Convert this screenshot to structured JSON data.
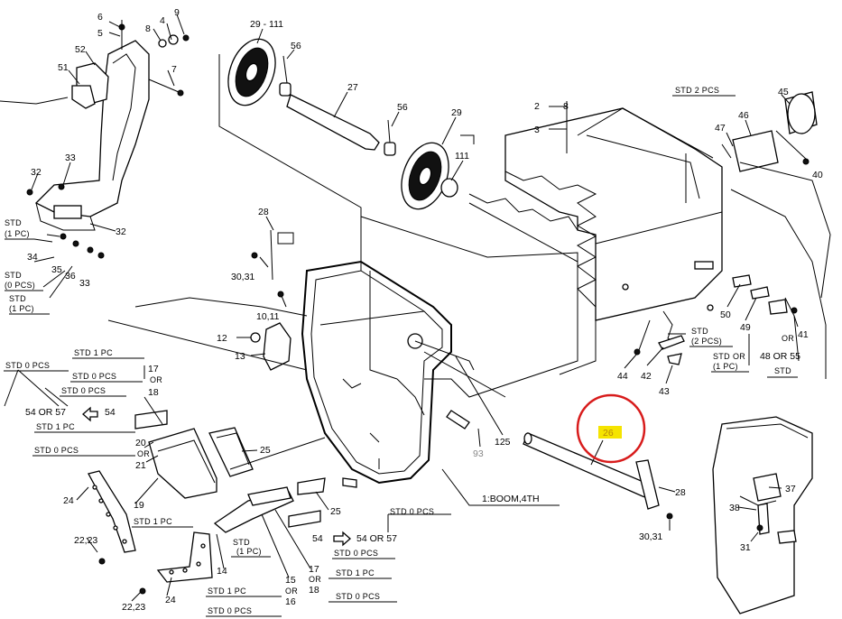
{
  "labels": {
    "l6": "6",
    "l5": "5",
    "l4": "4",
    "l9": "9",
    "l8": "8",
    "l52": "52",
    "l51": "51",
    "l7": "7",
    "l33a": "33",
    "l32a": "32",
    "l32b": "32",
    "l34": "34",
    "l35": "35",
    "l36": "36",
    "l33b": "33",
    "l29a": "29 - 111",
    "l56a": "56",
    "l27": "27",
    "l56b": "56",
    "l29b": "29",
    "l111": "111",
    "l2": "2",
    "l8b": "8",
    "l3": "3",
    "l45": "45",
    "l46": "46",
    "l47": "47",
    "l40": "40",
    "l28a": "28",
    "l3031a": "30,31",
    "l1011": "10,11",
    "l12": "12",
    "l13": "13",
    "l50": "50",
    "l49": "49",
    "l41": "41",
    "l44": "44",
    "l42": "42",
    "l43": "43",
    "l48or55": "48 OR 55",
    "l17a": "17",
    "l18a": "18",
    "l54or57a": "54 OR 57",
    "l54a": "54",
    "l20": "20",
    "l21": "21",
    "l25a": "25",
    "l24a": "24",
    "l19": "19",
    "l2223a": "22,23",
    "l125": "125",
    "l93": "93",
    "l26": "26",
    "l28b": "28",
    "l3031b": "30,31",
    "l37": "37",
    "l38": "38",
    "l31": "31",
    "l25b": "25",
    "l54b": "54",
    "l54or57b": "54 OR 57",
    "l14": "14",
    "l15": "15",
    "l16": "16",
    "l17b": "17",
    "l18b": "18",
    "l2223b": "22,23",
    "l24b": "24",
    "or1": "OR",
    "or2": "OR",
    "or3": "OR",
    "or4": "OR",
    "or5": "OR",
    "or6": "OR"
  },
  "std_notes": {
    "std1pc_left": "STD",
    "std1pc_left2": "(1 PC)",
    "std0pcs_left": "STD",
    "std0pcs_left2": "(0 PCS)",
    "std1pc_left3": "STD",
    "std1pc_left4": "(1 PC)",
    "std2pcs": "STD 2 PCS",
    "std2pcs_b": "STD",
    "std2pcs_b2": "(2 PCS)",
    "std1pc_b": "STD",
    "std1pc_b2": "(1 PC)",
    "std_48": "STD",
    "std1pc_17": "STD 1 PC",
    "std0pcs_54": "STD 0 PCS",
    "std0pcs_17": "STD 0 PCS",
    "std0pcs_18": "STD 0 PCS",
    "std1pc_20": "STD 1 PC",
    "std0pcs_21": "STD 0 PCS",
    "std1pc_19": "STD 1 PC",
    "std0pcs_54b": "STD 0 PCS",
    "std0pcs_54c": "STD 0 PCS",
    "std1pc_14": "STD",
    "std1pc_14b": "(1 PC)",
    "std1pc_17b": "STD 1 PC",
    "std1pc_15": "STD 1 PC",
    "std0pcs_16": "STD 0 PCS",
    "std0pcs_18b": "STD 0 PCS"
  },
  "boom_label": "1:BOOM,4TH",
  "highlight": {
    "label": "26",
    "highlight_color": "#f5e400",
    "circle_color": "#d81c1c"
  }
}
